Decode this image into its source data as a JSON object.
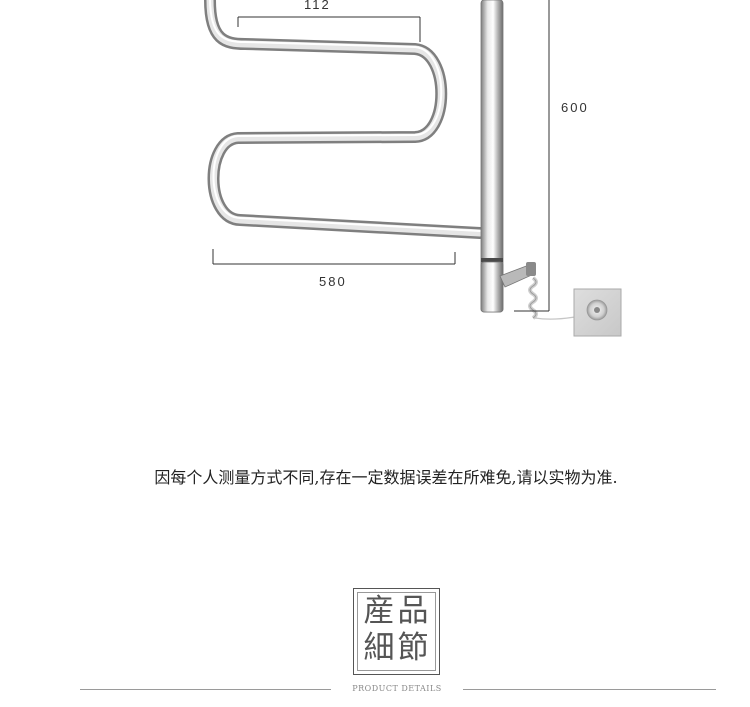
{
  "dimensions": {
    "top_width": "112",
    "height": "600",
    "bottom_width": "580"
  },
  "disclaimer": "因每个人测量方式不同,存在一定数据误差在所难免,请以实物为准.",
  "section_seal": {
    "char1": "産",
    "char2": "品",
    "char3": "細",
    "char4": "節"
  },
  "section_caption": "PRODUCT DETAILS",
  "colors": {
    "chrome_dark": "#8c8c8c",
    "chrome_light": "#f2f2f2",
    "dimension_line": "#333333",
    "wall_plate": "#d7d7d7"
  }
}
